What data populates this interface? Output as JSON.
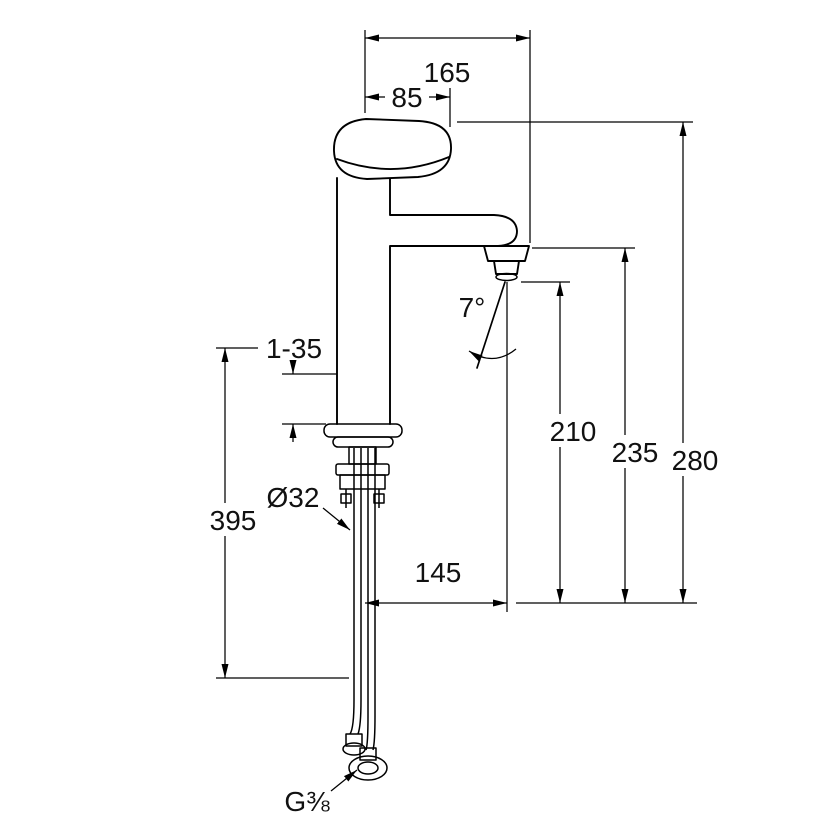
{
  "drawing": {
    "dimensions": {
      "depth_total": "165",
      "depth_handle": "85",
      "spray_angle": "7°",
      "clamping_range": "1-35",
      "under_counter_length": "395",
      "hole_diameter": "Ø32",
      "spout_reach": "145",
      "outlet_height": "210",
      "spout_height": "235",
      "total_height": "280",
      "connection_thread": "G⅜"
    },
    "colors": {
      "line": "#000000",
      "text": "#111111",
      "background": "#ffffff"
    }
  }
}
